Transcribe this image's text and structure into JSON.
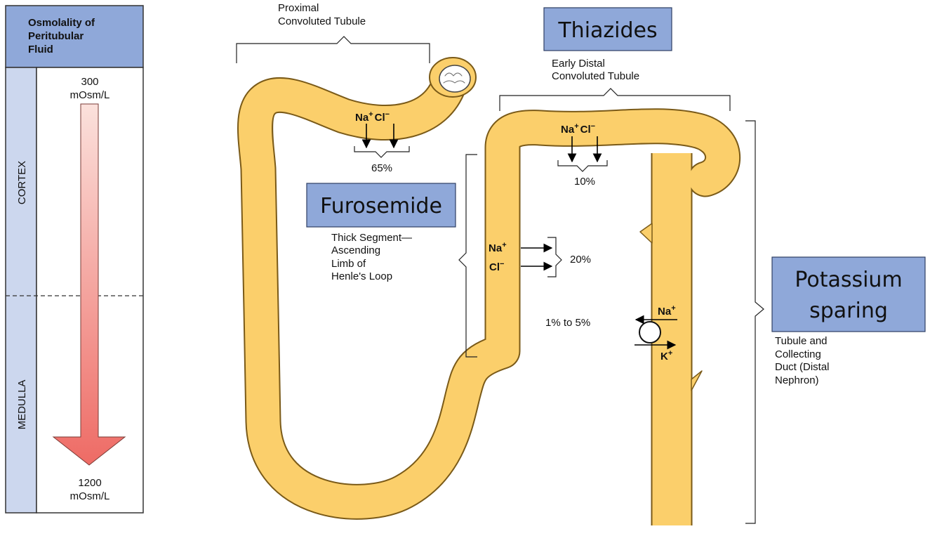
{
  "osmolality_panel": {
    "header": [
      "Osmolality of",
      "Peritubular",
      "Fluid"
    ],
    "top_value": [
      "300",
      "mOsm/L"
    ],
    "bottom_value": [
      "1200",
      "mOsm/L"
    ],
    "zone_cortex": "CORTEX",
    "zone_medulla": "MEDULLA"
  },
  "labels": {
    "pct": [
      "Proximal",
      "Convoluted Tubule"
    ],
    "early_dct": [
      "Early Distal",
      "Convoluted Tubule"
    ],
    "thick_segment": [
      "Thick Segment—",
      "Ascending",
      "Limb of",
      "Henle's Loop"
    ],
    "collecting": [
      "Tubule and",
      "Collecting",
      "Duct (Distal",
      "Nephron)"
    ]
  },
  "ions": {
    "na": "Na",
    "cl": "Cl",
    "k": "K",
    "plus": "+",
    "minus": "−"
  },
  "percentages": {
    "pct": "65%",
    "dct": "10%",
    "loop": "20%",
    "distal": "1% to 5%"
  },
  "drugs": {
    "thiazides": "Thiazides",
    "furosemide": "Furosemide",
    "potassium_sparing": [
      "Potassium",
      "sparing"
    ]
  },
  "colors": {
    "tubule_fill": "#fbcf6b",
    "tubule_stroke": "#7a5a18",
    "drug_box_fill": "#8fa8d9",
    "drug_box_stroke": "#2f3f64",
    "panel_fill": "#ccd7ee",
    "header_fill": "#8fa8d9",
    "arrow_top": "#fbe1dc",
    "arrow_bottom": "#ee6b65"
  }
}
